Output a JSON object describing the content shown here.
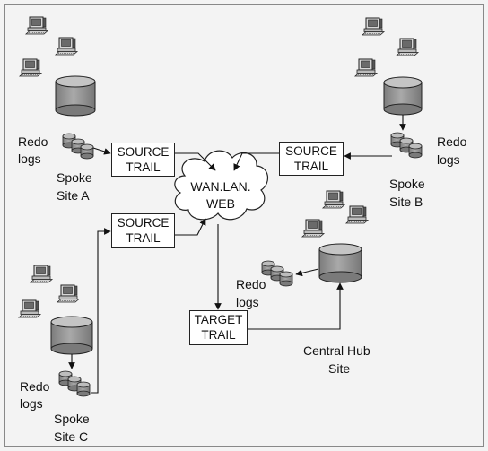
{
  "diagram": {
    "cloud": {
      "line1": "WAN.LAN.",
      "line2": "WEB"
    },
    "boxes": {
      "source_a": {
        "line1": "SOURCE",
        "line2": "TRAIL"
      },
      "source_b": {
        "line1": "SOURCE",
        "line2": "TRAIL"
      },
      "source_c": {
        "line1": "SOURCE",
        "line2": "TRAIL"
      },
      "target": {
        "line1": "TARGET",
        "line2": "TRAIL"
      }
    },
    "sites": {
      "a": {
        "redo_line1": "Redo",
        "redo_line2": "logs",
        "name_line1": "Spoke",
        "name_line2": "Site A"
      },
      "b": {
        "redo_line1": "Redo",
        "redo_line2": "logs",
        "name_line1": "Spoke",
        "name_line2": "Site B"
      },
      "c": {
        "redo_line1": "Redo",
        "redo_line2": "logs",
        "name_line1": "Spoke",
        "name_line2": "Site C"
      },
      "hub": {
        "redo_line1": "Redo",
        "redo_line2": "logs",
        "name_line1": "Central Hub",
        "name_line2": "Site"
      }
    }
  }
}
